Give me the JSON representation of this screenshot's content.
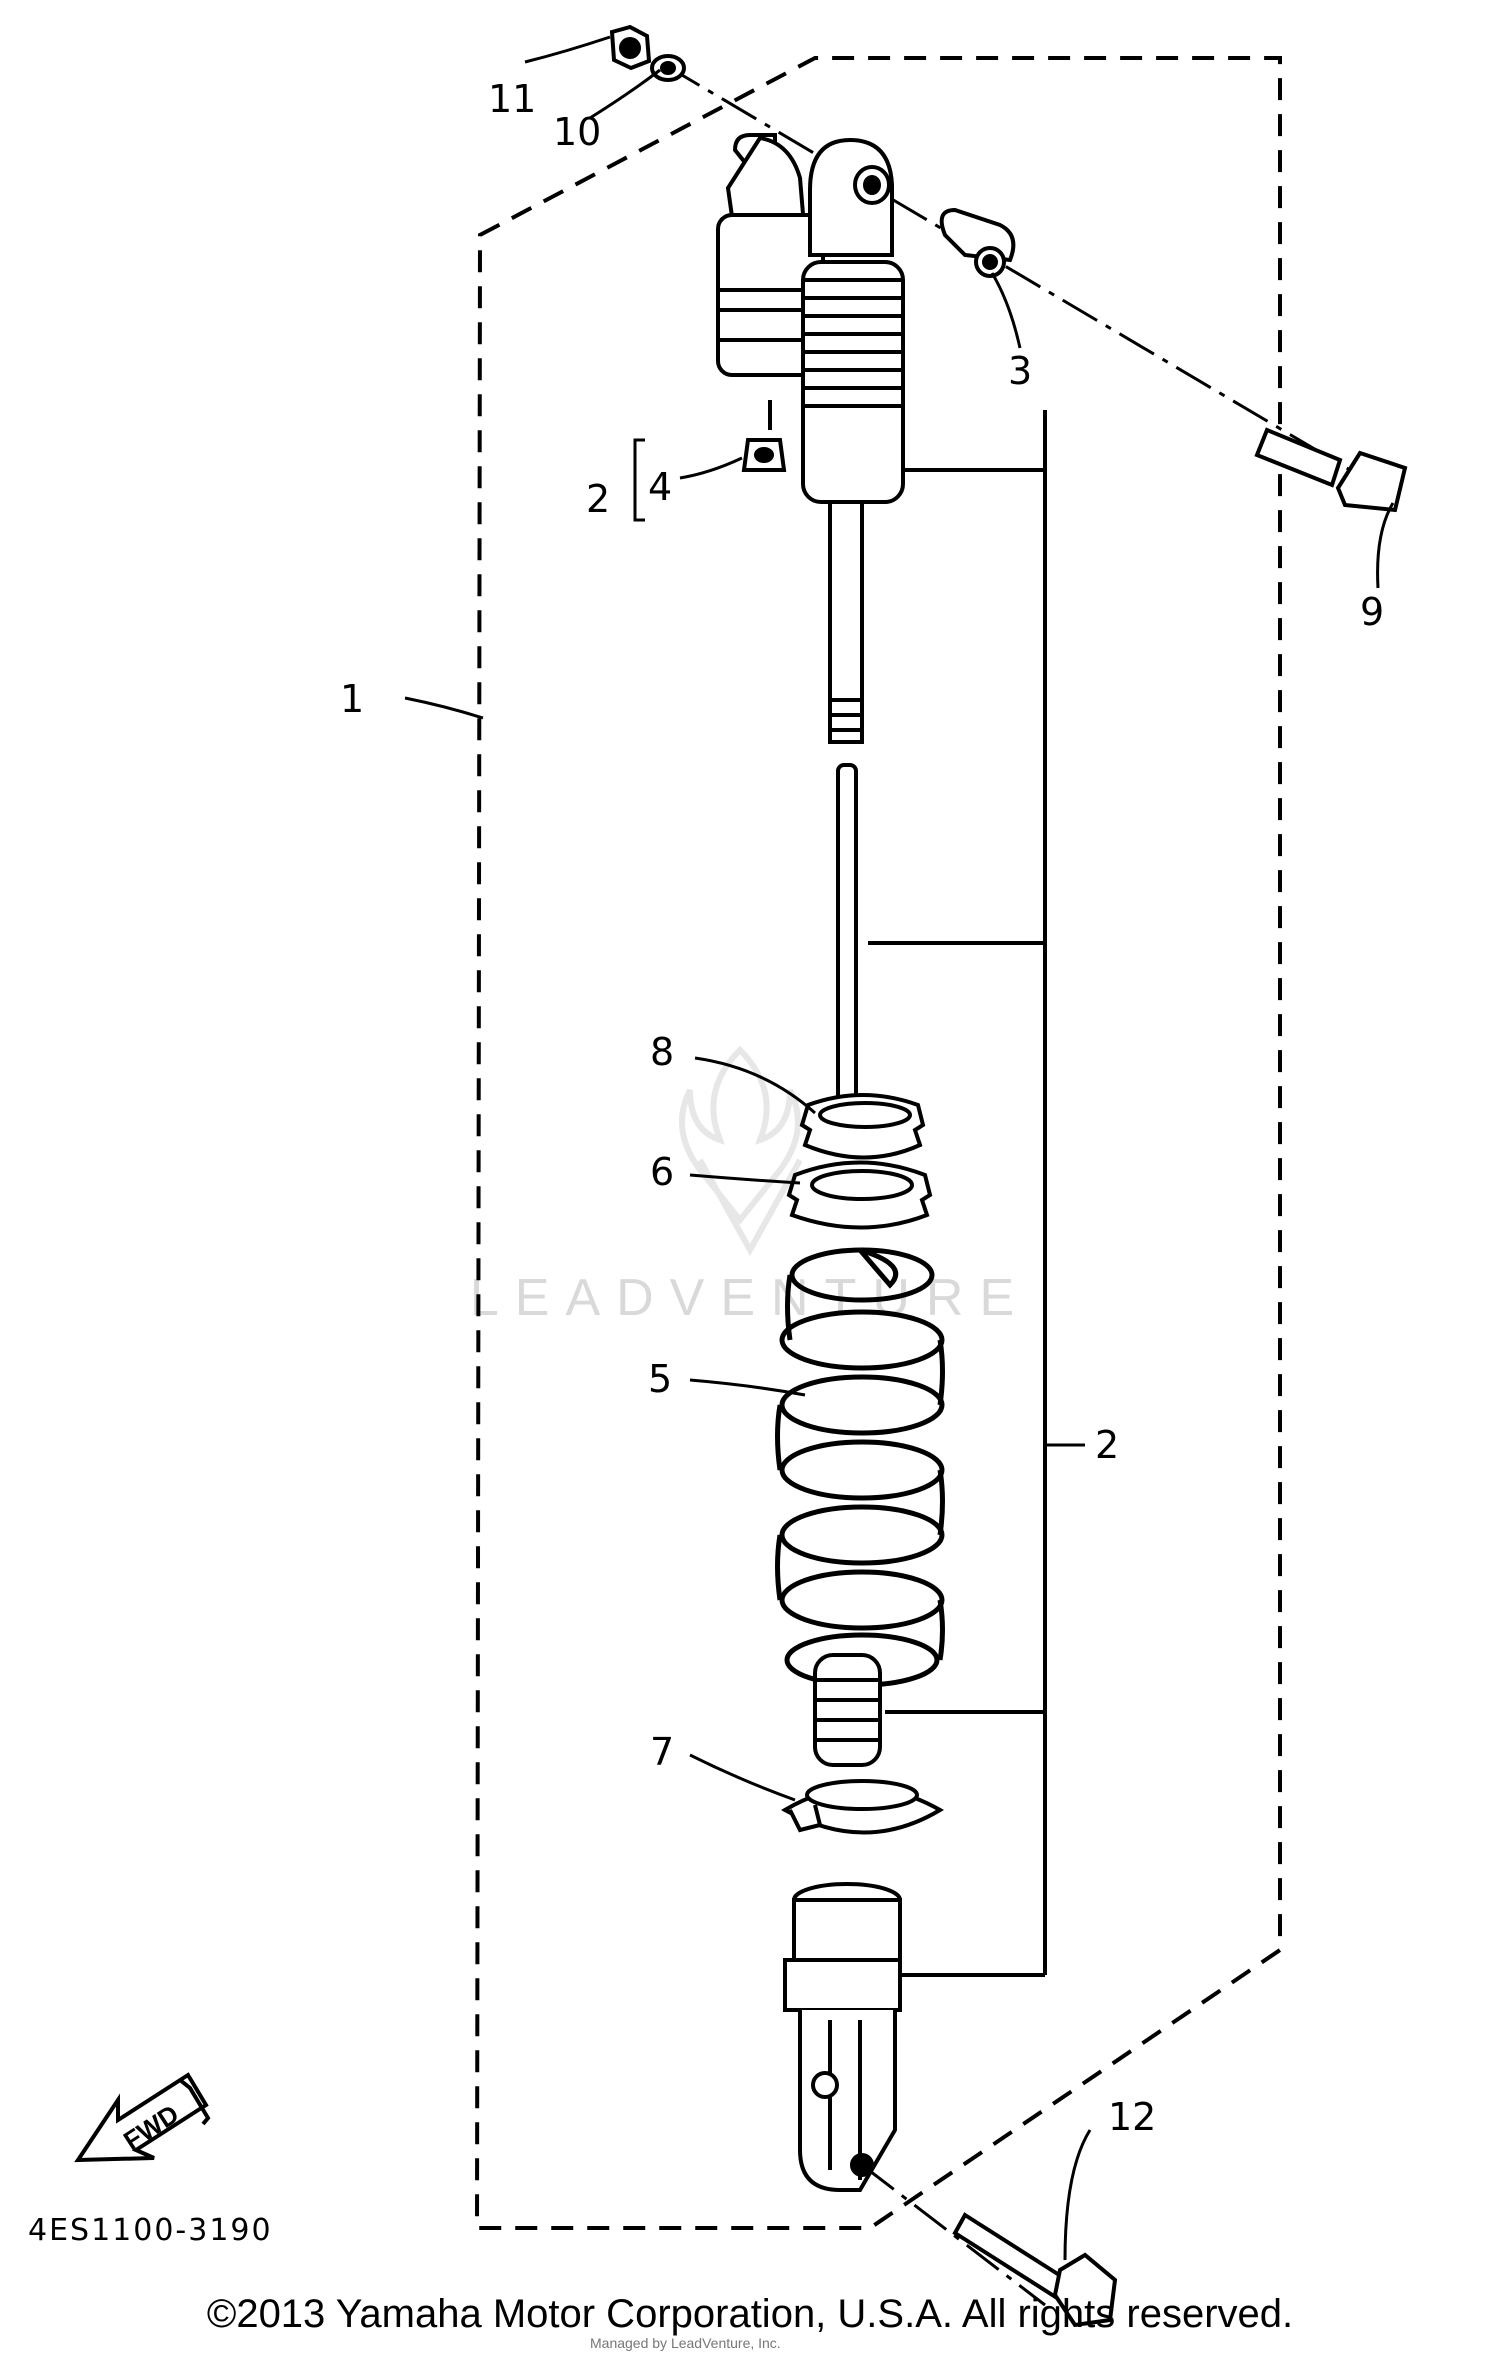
{
  "callouts": {
    "c1": "1",
    "c2_top": "2",
    "c2_mid": "2",
    "c3": "3",
    "c4": "4",
    "c5": "5",
    "c6": "6",
    "c7": "7",
    "c8": "8",
    "c9": "9",
    "c10": "10",
    "c11": "11",
    "c12": "12"
  },
  "reference_code": "4ES1100-3190",
  "fwd_label": "FWD",
  "watermark": "LEADVENTURE",
  "copyright": "©2013 Yamaha Motor Corporation, U.S.A. All rights reserved.",
  "smallprint": "Managed by LeadVenture, Inc."
}
